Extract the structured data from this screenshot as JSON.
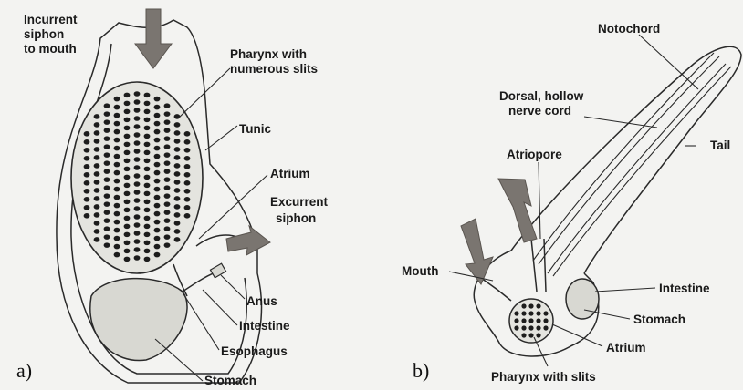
{
  "panels": {
    "a": {
      "letter": "a)"
    },
    "b": {
      "letter": "b)"
    }
  },
  "labels_a": {
    "incurrent_line1": "Incurrent",
    "incurrent_line2": "siphon",
    "incurrent_line3": "to mouth",
    "pharynx_line1": "Pharynx with",
    "pharynx_line2": "numerous slits",
    "tunic": "Tunic",
    "atrium": "Atrium",
    "excurrent_line1": "Excurrent",
    "excurrent_line2": "siphon",
    "anus": "Anus",
    "intestine": "Intestine",
    "esophagus": "Esophagus",
    "stomach": "Stomach"
  },
  "labels_b": {
    "notochord": "Notochord",
    "dorsal_line1": "Dorsal, hollow",
    "dorsal_line2": "nerve cord",
    "tail": "Tail",
    "atriopore": "Atriopore",
    "mouth": "Mouth",
    "intestine": "Intestine",
    "stomach": "Stomach",
    "atrium": "Atrium",
    "pharynx": "Pharynx with slits"
  },
  "colors": {
    "background": "#f3f3f1",
    "outline": "#2a2a2a",
    "organ_fill": "#d8d8d2",
    "arrow_fill": "#7a7570"
  }
}
